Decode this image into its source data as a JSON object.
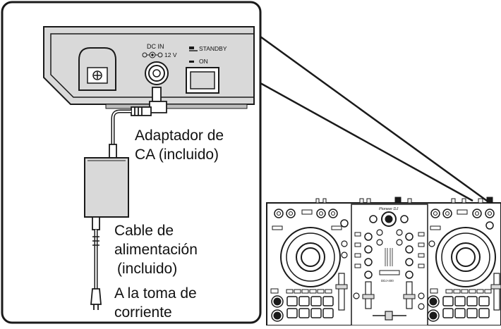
{
  "callout": {
    "dc_in_label": "DC IN",
    "dc_voltage": "12 V",
    "standby_label": "STANDBY",
    "on_label": "ON"
  },
  "labels": {
    "adapter_line1": "Adaptador de",
    "adapter_line2": "CA (incluido)",
    "cable_line1": "Cable de",
    "cable_line2": "alimentación",
    "cable_line3": "(incluido)",
    "outlet_line1": "A la toma de",
    "outlet_line2": "corriente"
  },
  "controller": {
    "brand_text": "Pioneer DJ",
    "model_text": "DDJ-400"
  },
  "colors": {
    "stroke": "#1a1a1a",
    "device_fill": "#d9d9d9",
    "panel_fill": "#ffffff"
  }
}
